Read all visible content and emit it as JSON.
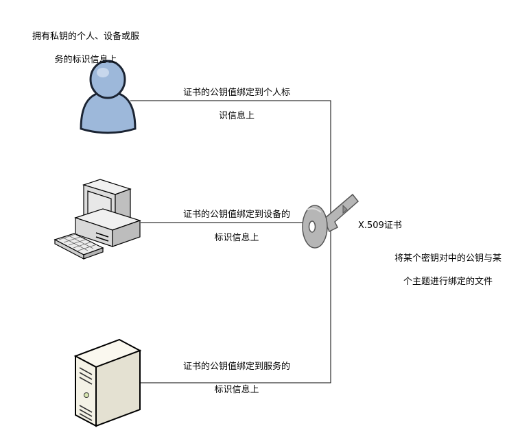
{
  "labels": {
    "entity_line1": "拥有私钥的个人、设备或服",
    "entity_line2": "务的标识信息上",
    "person_line1": "证书的公钥值绑定到个人标",
    "person_line2": "识信息上",
    "device_line1": "证书的公钥值绑定到设备的",
    "device_line2": "标识信息上",
    "server_line1": "证书的公钥值绑定到服务的",
    "server_line2": "标识信息上",
    "cert": "X.509证书",
    "definition_line1": "将某个密钥对中的公钥与某",
    "definition_line2": "个主题进行绑定的文件"
  },
  "colors": {
    "person_fill": "#9db8da",
    "person_stroke": "#1b2433",
    "key_fill": "#b6b6b6",
    "key_stroke": "#555555",
    "line": "#000000",
    "monitor_screen": "#e8e8e8",
    "server_fill": "#f4f2e6"
  }
}
